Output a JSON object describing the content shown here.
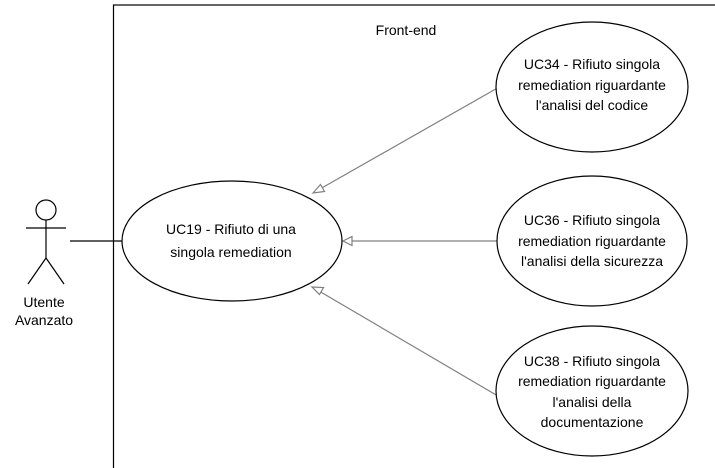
{
  "system": {
    "title": "Front-end"
  },
  "actor": {
    "name_line1": "Utente",
    "name_line2": "Avanzato"
  },
  "use_cases": {
    "uc19": {
      "line1": "UC19 - Rifiuto di una",
      "line2": "singola remediation"
    },
    "uc34": {
      "line1": "UC34 - Rifiuto singola",
      "line2": "remediation riguardante",
      "line3": "l'analisi del codice"
    },
    "uc36": {
      "line1": "UC36 - Rifiuto singola",
      "line2": "remediation riguardante",
      "line3": "l'analisi della sicurezza"
    },
    "uc38": {
      "line1": "UC38 - Rifiuto singola",
      "line2": "remediation riguardante",
      "line3": "l'analisi della",
      "line4": "documentazione"
    }
  },
  "colors": {
    "stroke": "#000000",
    "system_border": "#000000",
    "generalization_line": "#808080",
    "background": "#ffffff"
  }
}
